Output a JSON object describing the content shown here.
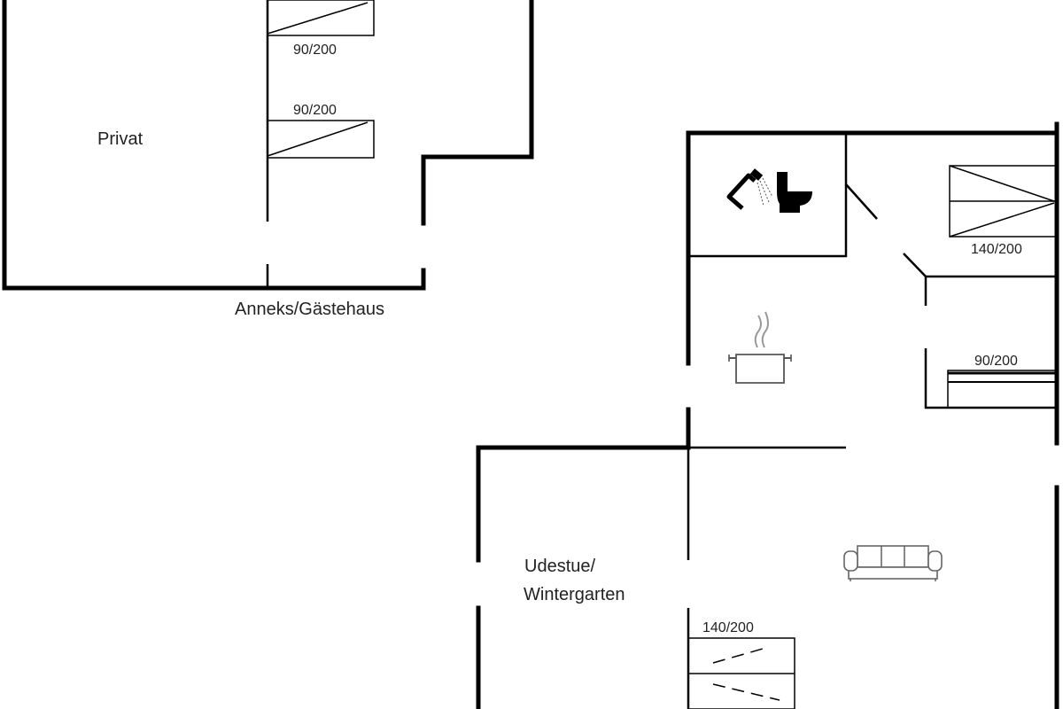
{
  "rooms": {
    "privat": "Privat",
    "annex": "Anneks/Gästehaus",
    "sunroom_line1": "Udestue/",
    "sunroom_line2": "Wintergarten"
  },
  "beds": {
    "annex_top": "90/200",
    "annex_middle": "90/200",
    "main_right_top": "140/200",
    "main_right_middle": "90/200",
    "main_bottom": "140/200"
  },
  "icons": [
    "shower-icon",
    "toilet-icon",
    "cooking-pot-icon",
    "sofa-icon"
  ]
}
